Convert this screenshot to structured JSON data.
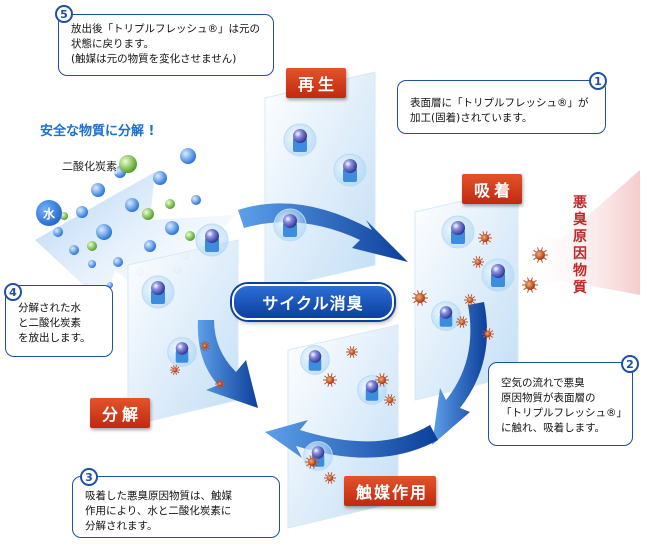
{
  "notes": [
    {
      "num": "1",
      "lines": [
        "表面層に「トリプルフレッシュ®」が",
        "加工(固着)されています。"
      ]
    },
    {
      "num": "2",
      "lines": [
        "空気の流れで悪臭",
        "原因物質が表面層の",
        "「トリプルフレッシュ®」",
        "に触れ、吸着します。"
      ]
    },
    {
      "num": "3",
      "lines": [
        "吸着した悪臭原因物質は、触媒",
        "作用により、水と二酸化炭素に",
        "分解されます。"
      ]
    },
    {
      "num": "4",
      "lines": [
        "分解された水",
        "と二酸化炭素",
        "を放出します。"
      ]
    },
    {
      "num": "5",
      "lines": [
        "放出後「トリプルフレッシュ®」は元の",
        "状態に戻ります。",
        "(触媒は元の物質を変化させません)"
      ]
    }
  ],
  "stages": {
    "regen": "再生",
    "adsorb": "吸着",
    "catalysis": "触媒作用",
    "decompose": "分解"
  },
  "center": "サイクル消臭",
  "safe_text": "安全な物質に分解 !",
  "co2_label": "二酸化炭素",
  "water_label": "水",
  "odor_label": "悪臭原因物質",
  "colors": {
    "accent_blue": "#1f4fa8",
    "label_red": "#c02a10",
    "odor_red": "#c0282a",
    "safe_blue": "#1a6fd0"
  }
}
